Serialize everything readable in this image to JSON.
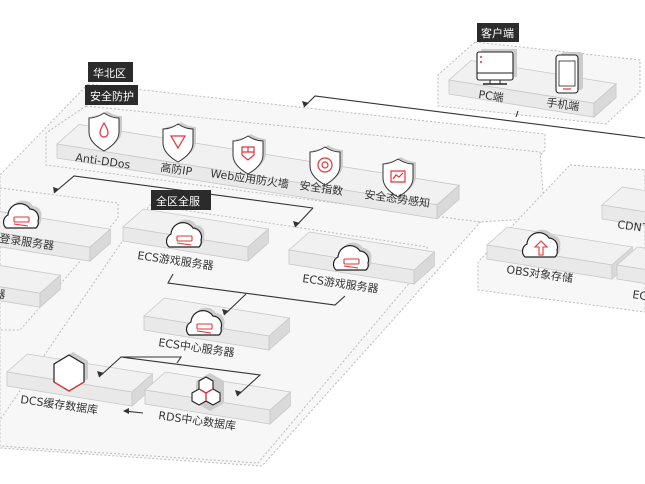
{
  "tags": {
    "client": "客户端",
    "north_china": "华北区",
    "security": "安全防护",
    "all_zone": "全区全服"
  },
  "client": {
    "pc": "PC端",
    "mobile": "手机端"
  },
  "security_items": [
    "Anti-DDos",
    "高防IP",
    "Web应用防火墙",
    "安全指数",
    "安全态势感知"
  ],
  "servers": {
    "login": "登录服务器",
    "partial_left": "器",
    "ecs_game_1": "ECS游戏服务器",
    "ecs_game_2": "ECS游戏服务器",
    "ecs_center": "ECS中心服务器",
    "dcs": "DCS缓存数据库",
    "rds": "RDS中心数据库",
    "obs": "OBS对象存储",
    "cdn": "CDN下",
    "ec_partial": "EC"
  },
  "colors": {
    "accent": "#e8303a",
    "tag_bg": "#2b2b2b"
  }
}
